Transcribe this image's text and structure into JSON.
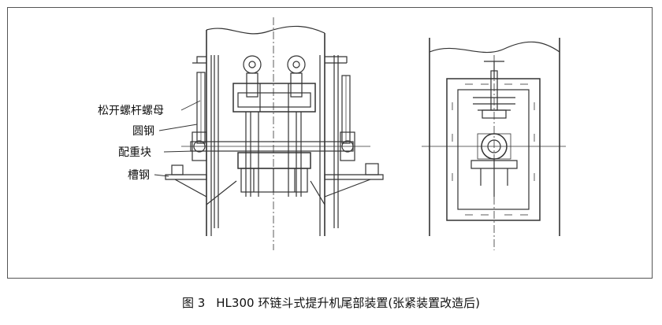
{
  "labels": {
    "loosen_nut": "松开螺杆螺母",
    "round_steel": "圆钢",
    "counterweight": "配重块",
    "channel_steel": "槽钢"
  },
  "caption": {
    "figure_number": "图 3",
    "title": "HL300 环链斗式提升机尾部装置(张紧装置改造后)"
  },
  "colors": {
    "line": "#333333",
    "frame": "#555555"
  }
}
